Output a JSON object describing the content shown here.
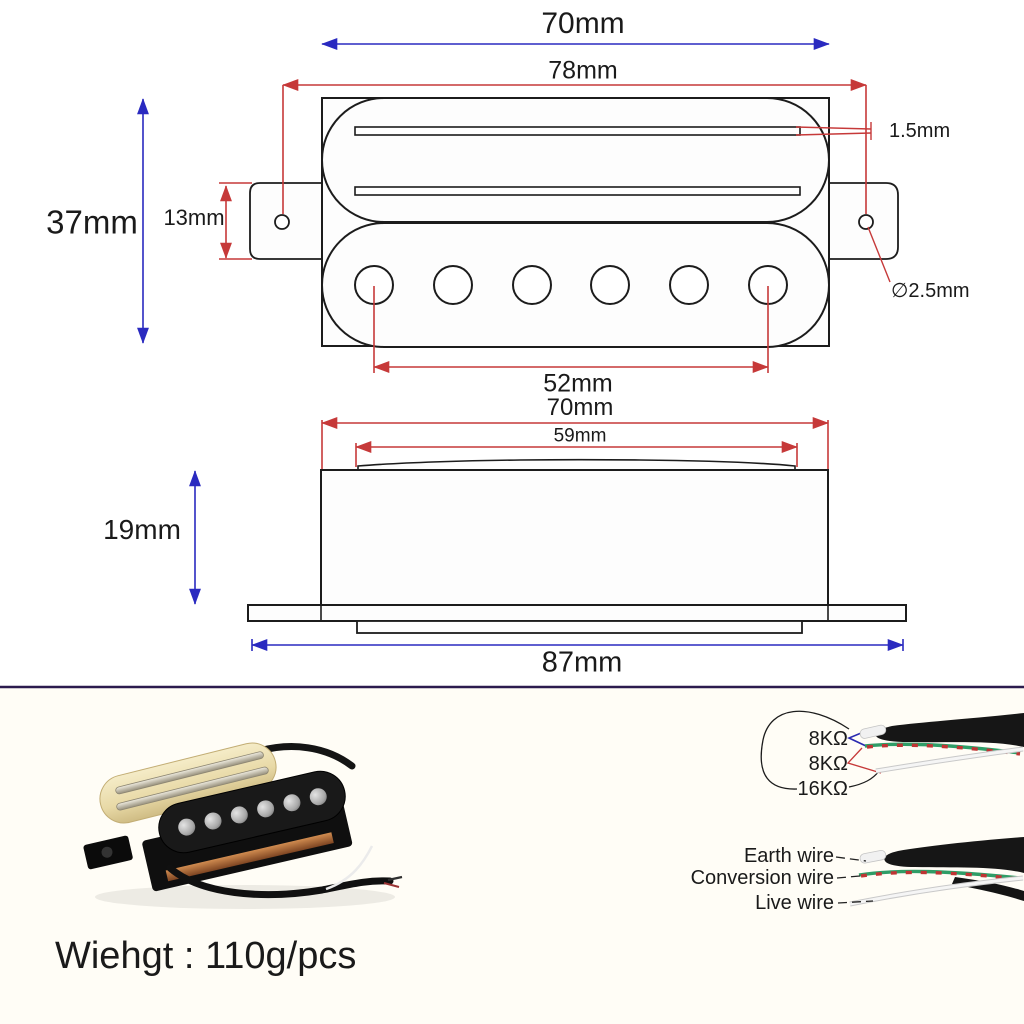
{
  "colors": {
    "dimension_blue": "#2a2ac0",
    "dimension_red": "#c63939",
    "drawing_line": "#1c1c1c",
    "divider": "#2b1b4e",
    "pickup_cream": "#ead9a8",
    "copper": "#b5703d"
  },
  "top_view": {
    "dim_body_width": "70mm",
    "dim_overall_width": "78mm",
    "dim_body_height": "37mm",
    "dim_tab_height": "13mm",
    "dim_rail_slot": "1.5mm",
    "dim_mount_hole_dia": "∅2.5mm",
    "dim_pole_span": "52mm"
  },
  "side_view": {
    "dim_body_width": "70mm",
    "dim_top_lip_width": "59mm",
    "dim_body_height": "19mm",
    "dim_baseplate_width": "87mm"
  },
  "wiring": {
    "coil1_resistance": "8KΩ",
    "coil2_resistance": "8KΩ",
    "series_resistance": "16KΩ",
    "earth_label": "Earth wire",
    "conversion_label": "Conversion wire",
    "live_label": "Live wire"
  },
  "footer": {
    "weight_text": "Wiehgt : 110g/pcs"
  }
}
